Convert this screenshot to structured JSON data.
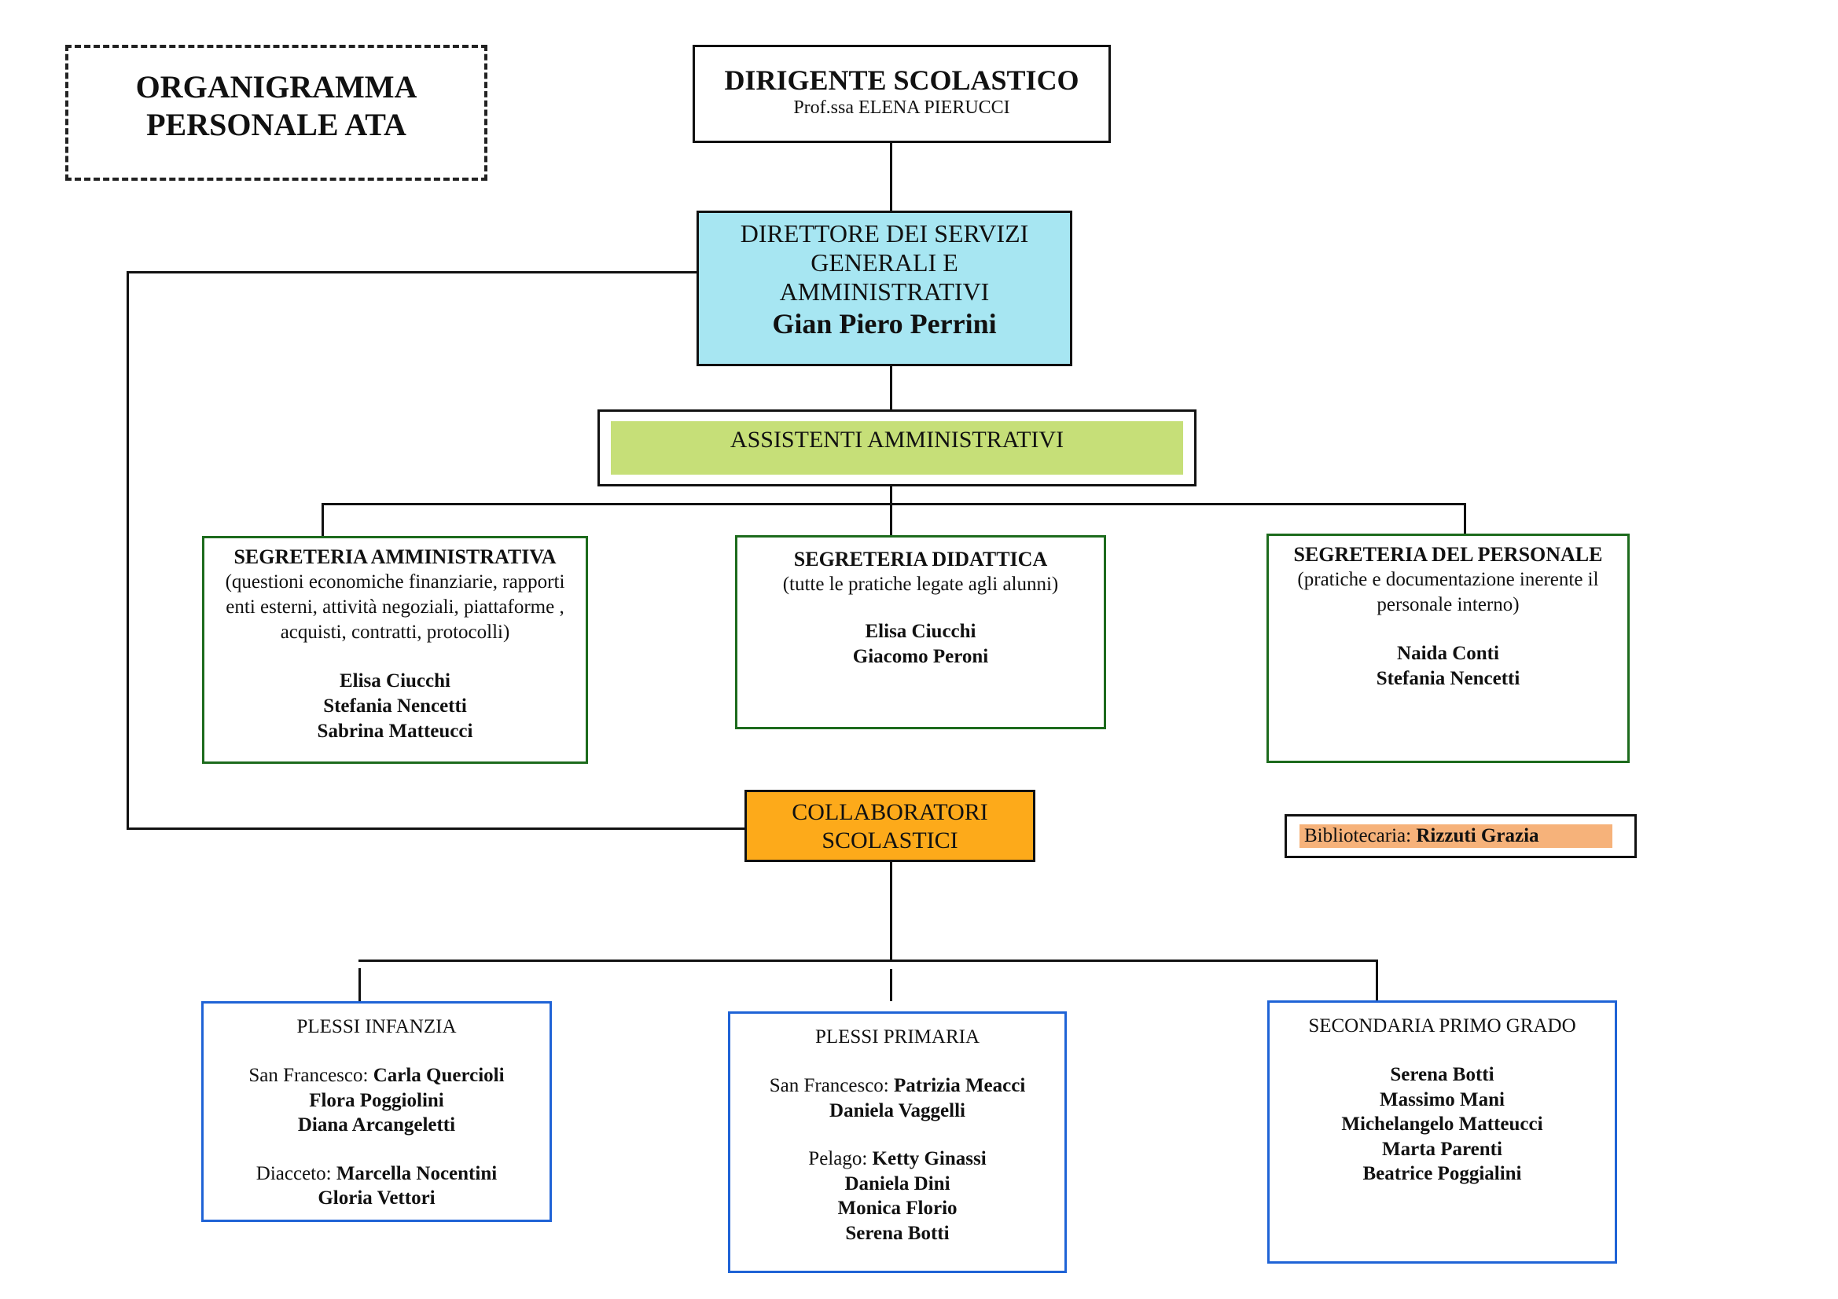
{
  "title": {
    "line1": "ORGANIGRAMMA",
    "line2": "PERSONALE ATA"
  },
  "dirigente": {
    "role": "DIRIGENTE SCOLASTICO",
    "name": "Prof.ssa ELENA PIERUCCI"
  },
  "dsga": {
    "role": "DIRETTORE DEI SERVIZI GENERALI E AMMINISTRATIVI",
    "name": "Gian Piero Perrini",
    "color": "#a7e6f2"
  },
  "assistenti": {
    "label": "ASSISTENTI AMMINISTRATIVI",
    "color": "#c6df78"
  },
  "segreterie": [
    {
      "title": "SEGRETERIA AMMINISTRATIVA",
      "description": "(questioni economiche finanziarie, rapporti enti esterni, attività negoziali, piattaforme , acquisti, contratti, protocolli)",
      "staff": [
        "Elisa Ciucchi",
        "Stefania Nencetti",
        "Sabrina Matteucci"
      ]
    },
    {
      "title": "SEGRETERIA DIDATTICA",
      "description": "(tutte le pratiche legate agli alunni)",
      "staff": [
        "Elisa Ciucchi",
        "Giacomo Peroni"
      ]
    },
    {
      "title": "SEGRETERIA DEL PERSONALE",
      "description": "(pratiche e documentazione inerente il personale interno)",
      "staff": [
        "Naida Conti",
        "Stefania Nencetti"
      ]
    }
  ],
  "collaboratori": {
    "label": "COLLABORATORI SCOLASTICI",
    "color": "#fdaa1a"
  },
  "bibliotecaria": {
    "label": "Bibliotecaria:",
    "name": "Rizzuti Grazia",
    "color": "#f6b27a"
  },
  "plessi": [
    {
      "title": "PLESSI INFANZIA",
      "groups": [
        {
          "location": "San Francesco:",
          "staff": [
            "Carla Quercioli",
            "Flora Poggiolini",
            "Diana Arcangeletti"
          ]
        },
        {
          "location": "Diacceto:",
          "staff": [
            "Marcella Nocentini",
            "Gloria Vettori"
          ]
        }
      ]
    },
    {
      "title": "PLESSI PRIMARIA",
      "groups": [
        {
          "location": "San Francesco:",
          "staff": [
            "Patrizia Meacci",
            "Daniela Vaggelli"
          ]
        },
        {
          "location": "Pelago:",
          "staff": [
            "Ketty Ginassi",
            "Daniela Dini",
            "Monica Florio",
            "Serena Botti"
          ]
        }
      ]
    },
    {
      "title": "SECONDARIA PRIMO GRADO",
      "groups": [
        {
          "location": "",
          "staff": [
            "Serena Botti",
            "Massimo Mani",
            "Michelangelo Matteucci",
            "Marta Parenti",
            "Beatrice Poggialini"
          ]
        }
      ]
    }
  ],
  "colors": {
    "segreteria_border": "#1d6b1d",
    "plesso_border": "#1f63d6"
  }
}
